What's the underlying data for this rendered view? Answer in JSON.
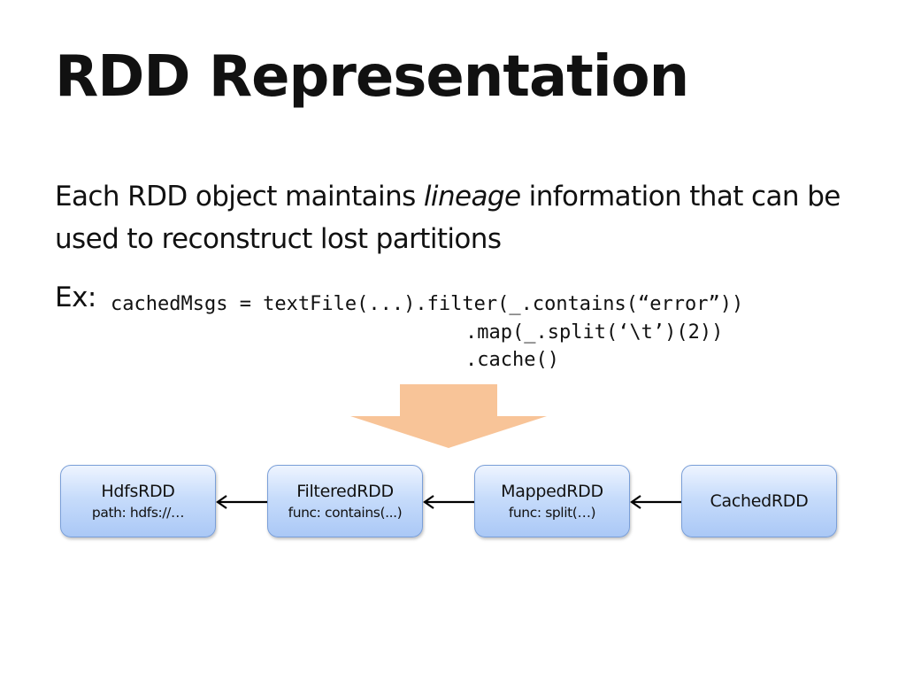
{
  "slide": {
    "title": "RDD Representation",
    "body": {
      "before": "Each RDD object maintains ",
      "emphasis": "lineage",
      "after": " information that can be used to reconstruct lost partitions"
    },
    "example": {
      "label": "Ex:",
      "code_lines": [
        "cachedMsgs = textFile(...).filter(_.contains(“error”))",
        ".map(_.split(‘\\t’)(2))",
        ".cache()"
      ]
    },
    "big_arrow_color": "#f8c498",
    "lineage": [
      {
        "name": "HdfsRDD",
        "detail": "path: hdfs://…"
      },
      {
        "name": "FilteredRDD",
        "detail": "func: contains(...)"
      },
      {
        "name": "MappedRDD",
        "detail": "func: split(…)"
      },
      {
        "name": "CachedRDD",
        "detail": ""
      }
    ]
  }
}
